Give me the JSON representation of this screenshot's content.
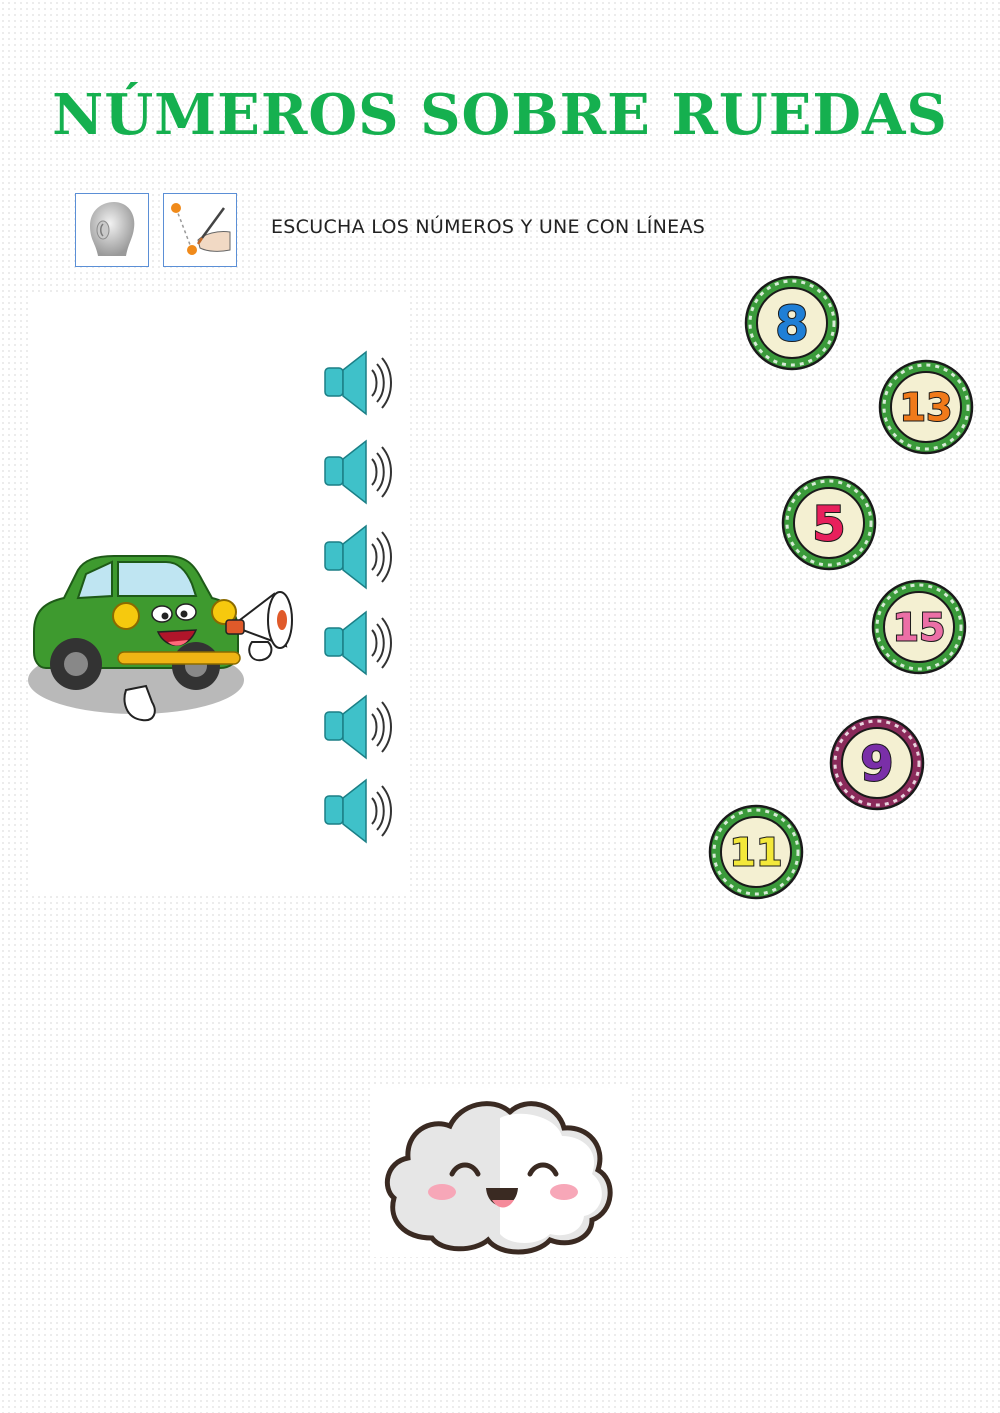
{
  "title": "NÚMEROS SOBRE RUEDAS",
  "instruction": "ESCUCHA LOS NÚMEROS Y UNE CON LÍNEAS",
  "icons": {
    "listen": "listening-head-icon",
    "connect": "connect-lines-icon",
    "audio": "speaker-icon"
  },
  "audio_buttons": 6,
  "wheels": [
    {
      "label": "8",
      "color": "#1f7fd6"
    },
    {
      "label": "13",
      "color": "#f07a1a"
    },
    {
      "label": "5",
      "color": "#e8205c"
    },
    {
      "label": "15",
      "color": "#ec6fa6"
    },
    {
      "label": "9",
      "color": "#7a2fa8"
    },
    {
      "label": "11",
      "color": "#f3e83a"
    }
  ],
  "colors": {
    "title": "#15b04f",
    "speaker": "#3fc1c9",
    "wheel_ring": "#3a9a3a"
  }
}
